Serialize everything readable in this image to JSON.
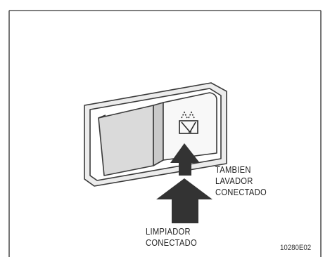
{
  "callouts": {
    "upper": [
      "TAMBIEN",
      "LAVADOR",
      "CONECTADO"
    ],
    "lower": [
      "LIMPIADOR",
      "CONECTADO"
    ]
  },
  "figure_code": "10280E02",
  "icon": "wiper-washer-symbol",
  "colors": {
    "line": "#3a3a3a",
    "arrow": "#333333",
    "shade": "#d8d8d8",
    "background": "#ffffff"
  }
}
